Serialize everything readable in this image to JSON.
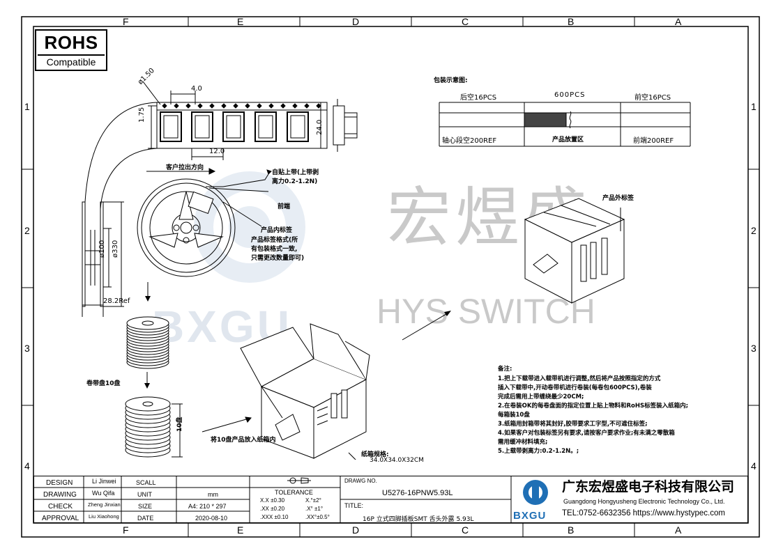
{
  "border_zones": {
    "columns": [
      "F",
      "E",
      "D",
      "C",
      "B",
      "A"
    ],
    "rows": [
      "1",
      "2",
      "3",
      "4"
    ]
  },
  "rohs": {
    "title": "ROHS",
    "subtitle": "Compatible"
  },
  "tape": {
    "dim_hole": "ø1.50",
    "dim_pitch_hole": "4.0",
    "dim_edge": "1.75",
    "dim_width": "24.0",
    "dim_pitch": "12.0",
    "pull_direction": "客户拉出方向",
    "self_adhesive": "自贴上带(上带剥",
    "peel_force": "离力0.2-1.2N)",
    "front_end": "前端"
  },
  "reel": {
    "dim_hub": "ø100",
    "dim_reel": "ø330",
    "dim_width": "28.2Ref",
    "label_title": "产品内标签",
    "label_line1": "产品标签格式(所",
    "label_line2": "有包装格式一致,",
    "label_line3": "只需更改数量即可)"
  },
  "packing": {
    "title": "包装示意图:",
    "rear_empty": "后空16PCS",
    "qty": "600PCS",
    "front_empty": "前空16PCS",
    "hub_empty": "轴心段空200REF",
    "product_zone": "产品放置区",
    "front_end": "前端200REF"
  },
  "stack": {
    "reel_count": "卷带盘10盘",
    "height_mark": "10盘"
  },
  "box": {
    "outer_label": "产品外标签",
    "put_in": "将10盘产品放入纸箱内",
    "carton_title": "纸箱规格:",
    "carton_size": "34.0X34.0X32CM"
  },
  "watermark": {
    "cn": "宏煜盛",
    "en": "HYS SWITCH",
    "logo": "BXGU"
  },
  "notes": {
    "title": "备注:",
    "lines": [
      "1.把上下载带进入载带机进行调整,然后将产品按照指定的方式",
      "   插入下载带中,开动卷带机进行卷装(每卷包600PCS),卷装",
      "   完成后需用上带缠绕最少20CM;",
      "2.在卷装OK的每卷盘面的指定位置上贴上物料和RoHS标签装入纸箱内;",
      "   每箱装10盘",
      "3.纸箱用封箱带将其封好,胶带要求工字型,不可遮住标签;",
      "4.如果客户对包装标签另有要求,请按客户要求作业;有未满之零散箱",
      "   需用缓冲材料填充;",
      "5.上载带剥离力:0.2-1.2N。;"
    ]
  },
  "titleblock": {
    "design_label": "DESIGN",
    "design_name": "Li Jinwei",
    "drawing_label": "DRAWING",
    "drawing_name": "Wu Qifa",
    "check_label": "CHECK",
    "check_name": "Zheng Jinxian",
    "approval_label": "APPROVAL",
    "approval_name": "Liu Xiaohong",
    "scale_label": "SCALL",
    "unit_label": "UNIT",
    "size_label": "SIZE",
    "date_label": "DATE",
    "unit_value": "mm",
    "size_value": "A4: 210 * 297",
    "date_value": "2020-08-10",
    "tolerance_label": "TOLERANCE",
    "tol_1": "X.X  ±0.30",
    "tol_2": ".XX  ±0.20",
    "tol_3": ".XXX  ±0.10",
    "tol_4": "X.°±2°",
    "tol_5": ".X° ±1°",
    "tol_6": ".XX°±0.5°",
    "drawing_no_label": "DRAWG NO.",
    "drawing_no": "U5276-16PNW5.93L",
    "title_label": "TITLE:",
    "title": "16P 立式四脚插板SMT 舌头外露 5.93L",
    "company_cn": "广东宏煜盛电子科技有限公司",
    "company_en": "Guangdong Hongyusheng Electronic Technology Co., Ltd.",
    "contact": "TEL:0752-6632356  https://www.hystypec.com",
    "logo_text": "BXGU"
  }
}
